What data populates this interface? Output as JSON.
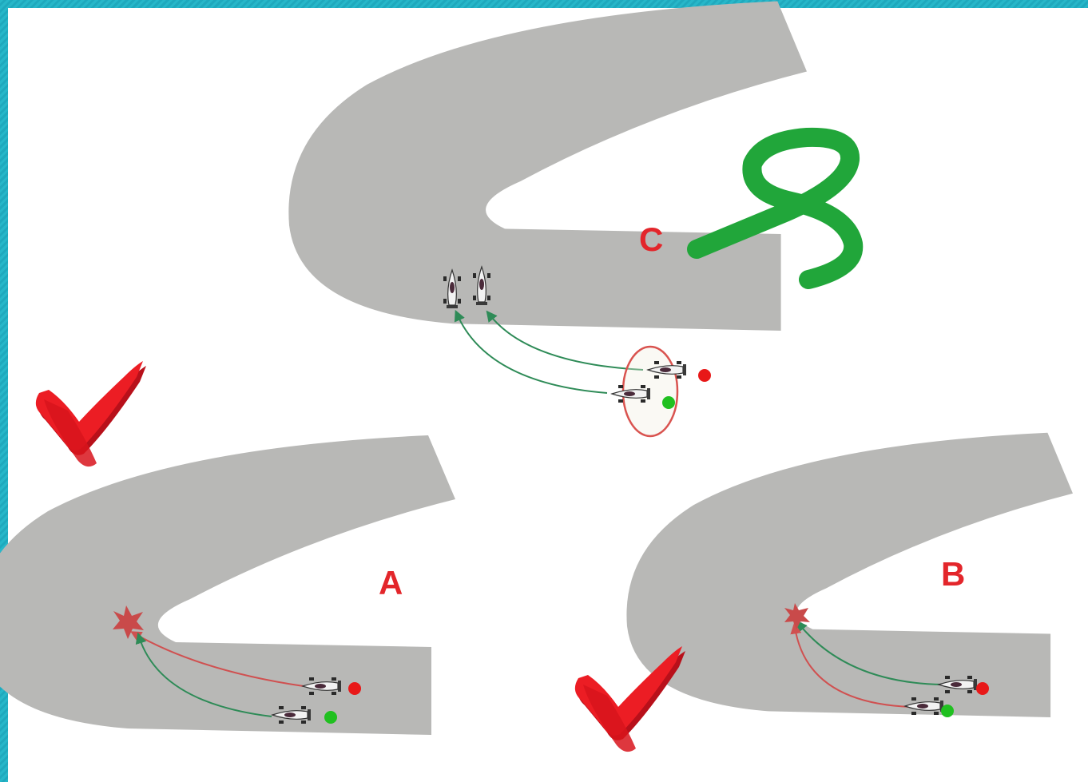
{
  "panels": [
    {
      "id": "A",
      "label": "A",
      "verdict": "incorrect"
    },
    {
      "id": "B",
      "label": "B",
      "verdict": "incorrect"
    },
    {
      "id": "C",
      "label": "C",
      "verdict": "correct"
    }
  ],
  "colors": {
    "track": "#b8b8b6",
    "correct_path": "#2e8b57",
    "collision_path": "#d05050",
    "red_marker": "#e81818",
    "green_marker": "#20c020",
    "cross": "#e8191f",
    "approval": "#21a63a",
    "highlight_ellipse": "#d9534f",
    "frame": "#27b7c9"
  },
  "icons": {
    "cross": "x-mark-icon",
    "approval": "loop-check-icon",
    "car": "race-car-icon",
    "collision": "collision-star-icon"
  }
}
